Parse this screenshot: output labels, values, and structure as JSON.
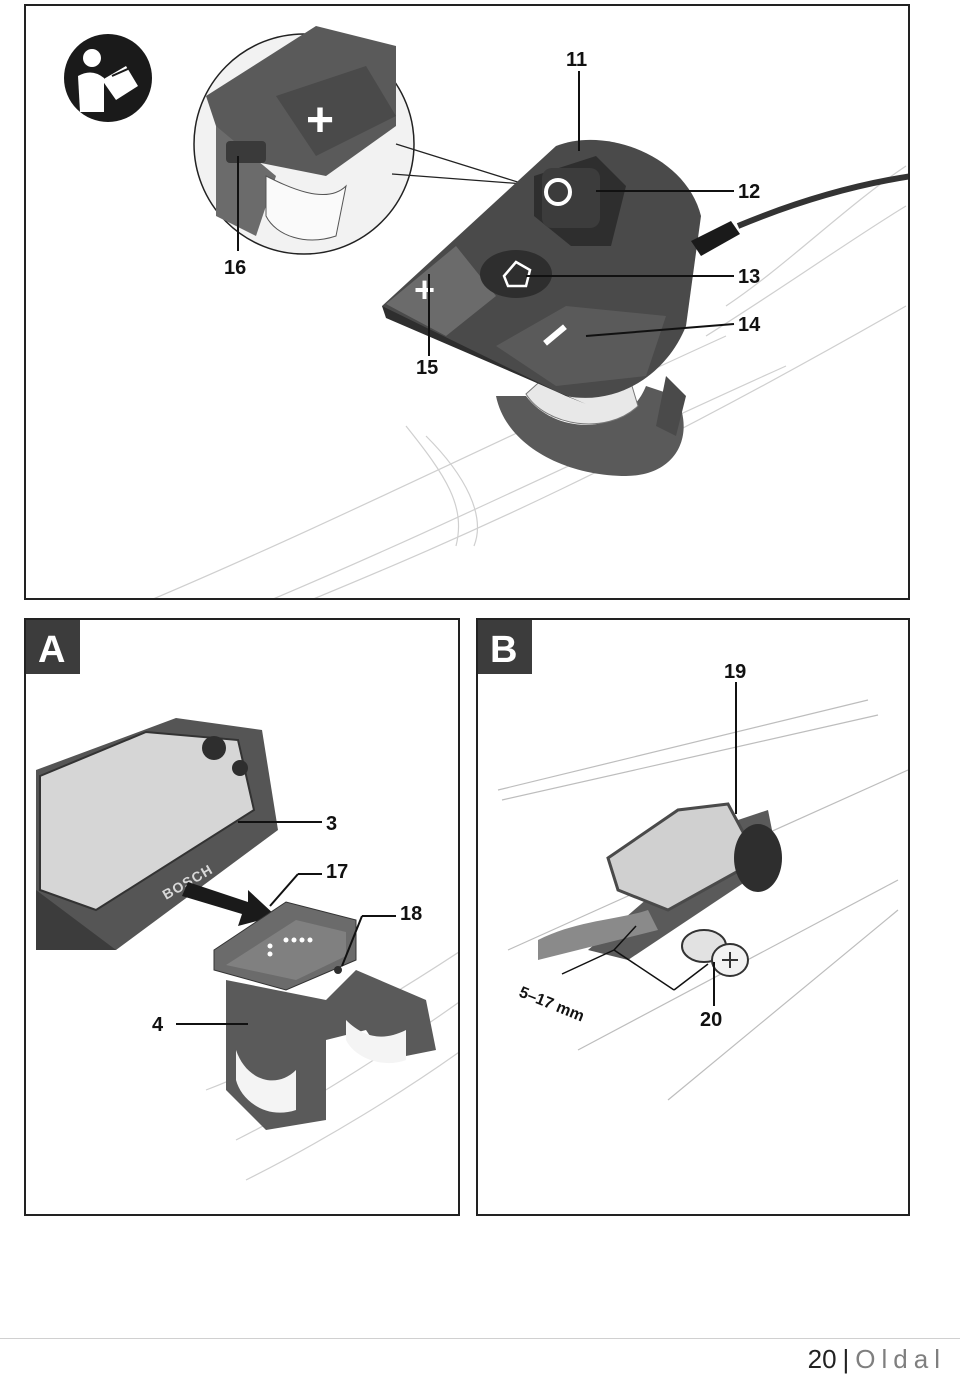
{
  "figure_top": {
    "callouts": {
      "c11": "11",
      "c12": "12",
      "c13": "13",
      "c14": "14",
      "c15": "15",
      "c16": "16"
    },
    "symbols": {
      "plus": "+",
      "minus": "–",
      "power": "O"
    },
    "icons": [
      "read-manual-icon",
      "power-button",
      "home-button",
      "plus-button",
      "minus-button"
    ]
  },
  "figure_a": {
    "panel_label": "A",
    "brand_text": "BOSCH",
    "callouts": {
      "c3": "3",
      "c17": "17",
      "c18": "18",
      "c4": "4"
    }
  },
  "figure_b": {
    "panel_label": "B",
    "callouts": {
      "c19": "19",
      "c20": "20"
    },
    "dimension": "5–17 mm"
  },
  "footer": {
    "page_number": "20",
    "separator": "|",
    "word": "Oldal"
  },
  "colors": {
    "device_dark": "#4a4a4a",
    "device_mid": "#6b6b6b",
    "panel_label_bg": "#3c3c3c",
    "line": "#1a1a1a"
  }
}
